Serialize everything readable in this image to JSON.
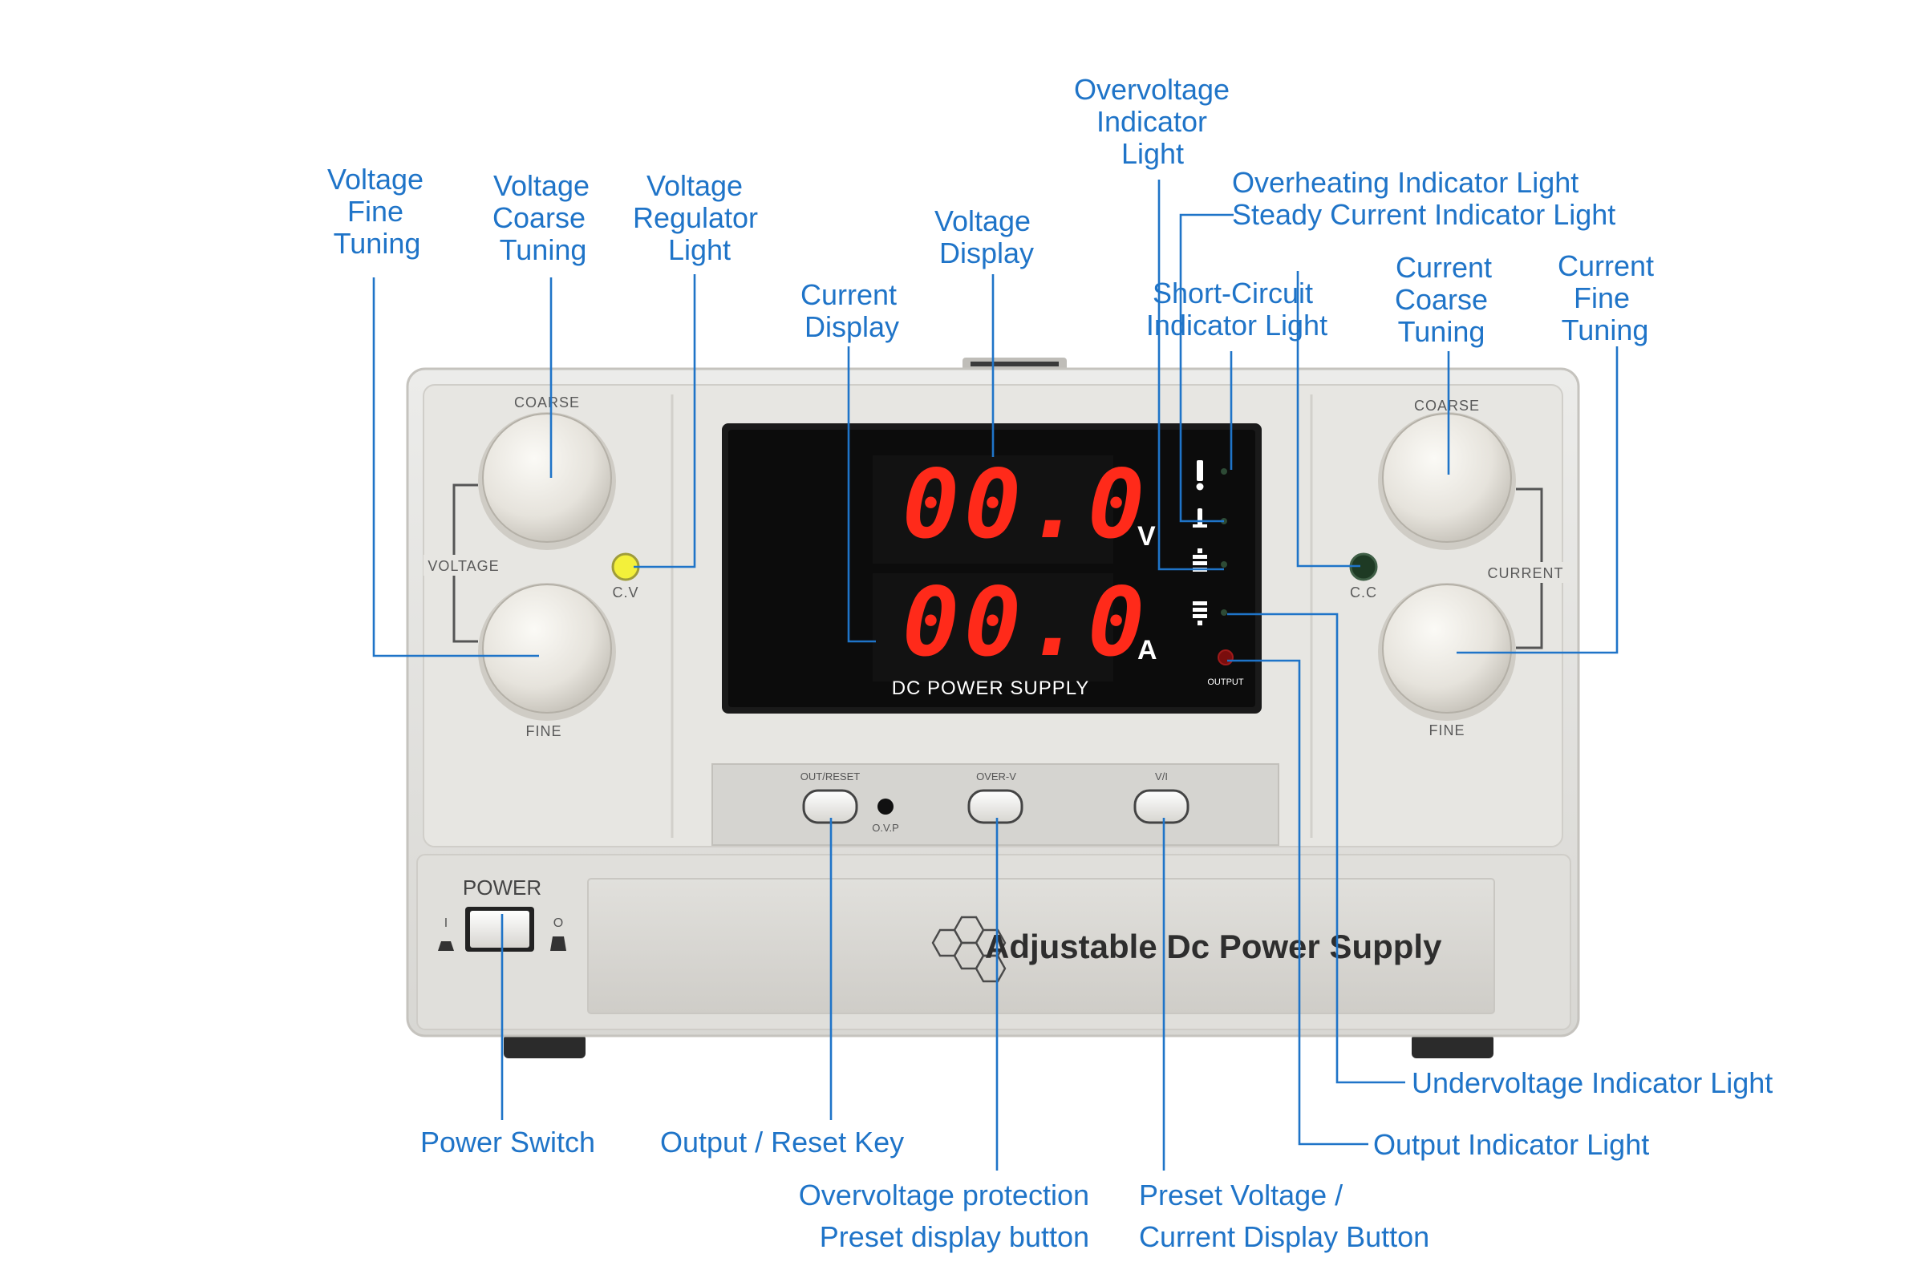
{
  "device": {
    "brand": "Adjustable Dc Power Supply",
    "voltage_display": "00.0",
    "current_display": "00.0",
    "voltage_unit": "V",
    "current_unit": "A",
    "display_caption": "DC  POWER  SUPPLY",
    "labels": {
      "coarse_left": "COARSE",
      "fine_left": "FINE",
      "voltage": "VOLTAGE",
      "cv": "C.V",
      "coarse_right": "COARSE",
      "fine_right": "FINE",
      "current": "CURRENT",
      "cc": "C.C",
      "out_reset": "OUT/RESET",
      "over_v": "OVER-V",
      "vi": "V/I",
      "ovp": "O.V.P",
      "power": "POWER",
      "on_mark": "I",
      "off_mark": "O",
      "output": "OUTPUT"
    },
    "colors": {
      "body": "#e4e3df",
      "display_bg": "#0c0c0c",
      "segment": "#ff2a1a",
      "cv_led": "#f3f03a",
      "cc_led": "#1e3a24",
      "output_led": "#7a0d0d",
      "callout": "#1f74c8"
    }
  },
  "callouts": {
    "voltage_fine_tuning": [
      "Voltage",
      "Fine",
      "Tuning"
    ],
    "voltage_coarse_tuning": [
      "Voltage",
      "Coarse",
      "Tuning"
    ],
    "voltage_regulator_light": [
      "Voltage",
      "Regulator",
      "Light"
    ],
    "current_display": [
      "Current",
      "Display"
    ],
    "voltage_display": [
      "Voltage",
      "Display"
    ],
    "overvoltage_indicator_light": [
      "Overvoltage",
      "Indicator",
      "Light"
    ],
    "overheating_indicator_light": "Overheating Indicator Light",
    "steady_current_indicator_light": "Steady Current Indicator Light",
    "short_circuit_indicator_light": [
      "Short-Circuit",
      "Indicator Light"
    ],
    "current_coarse_tuning": [
      "Current",
      "Coarse",
      "Tuning"
    ],
    "current_fine_tuning": [
      "Current",
      "Fine",
      "Tuning"
    ],
    "power_switch": "Power Switch",
    "output_reset_key": "Output / Reset Key",
    "overvoltage_protection_button": [
      "Overvoltage protection",
      "Preset display button"
    ],
    "preset_vi_display_button": [
      "Preset Voltage /",
      "Current Display Button"
    ],
    "undervoltage_indicator_light": "Undervoltage Indicator Light",
    "output_indicator_light": "Output Indicator Light"
  }
}
